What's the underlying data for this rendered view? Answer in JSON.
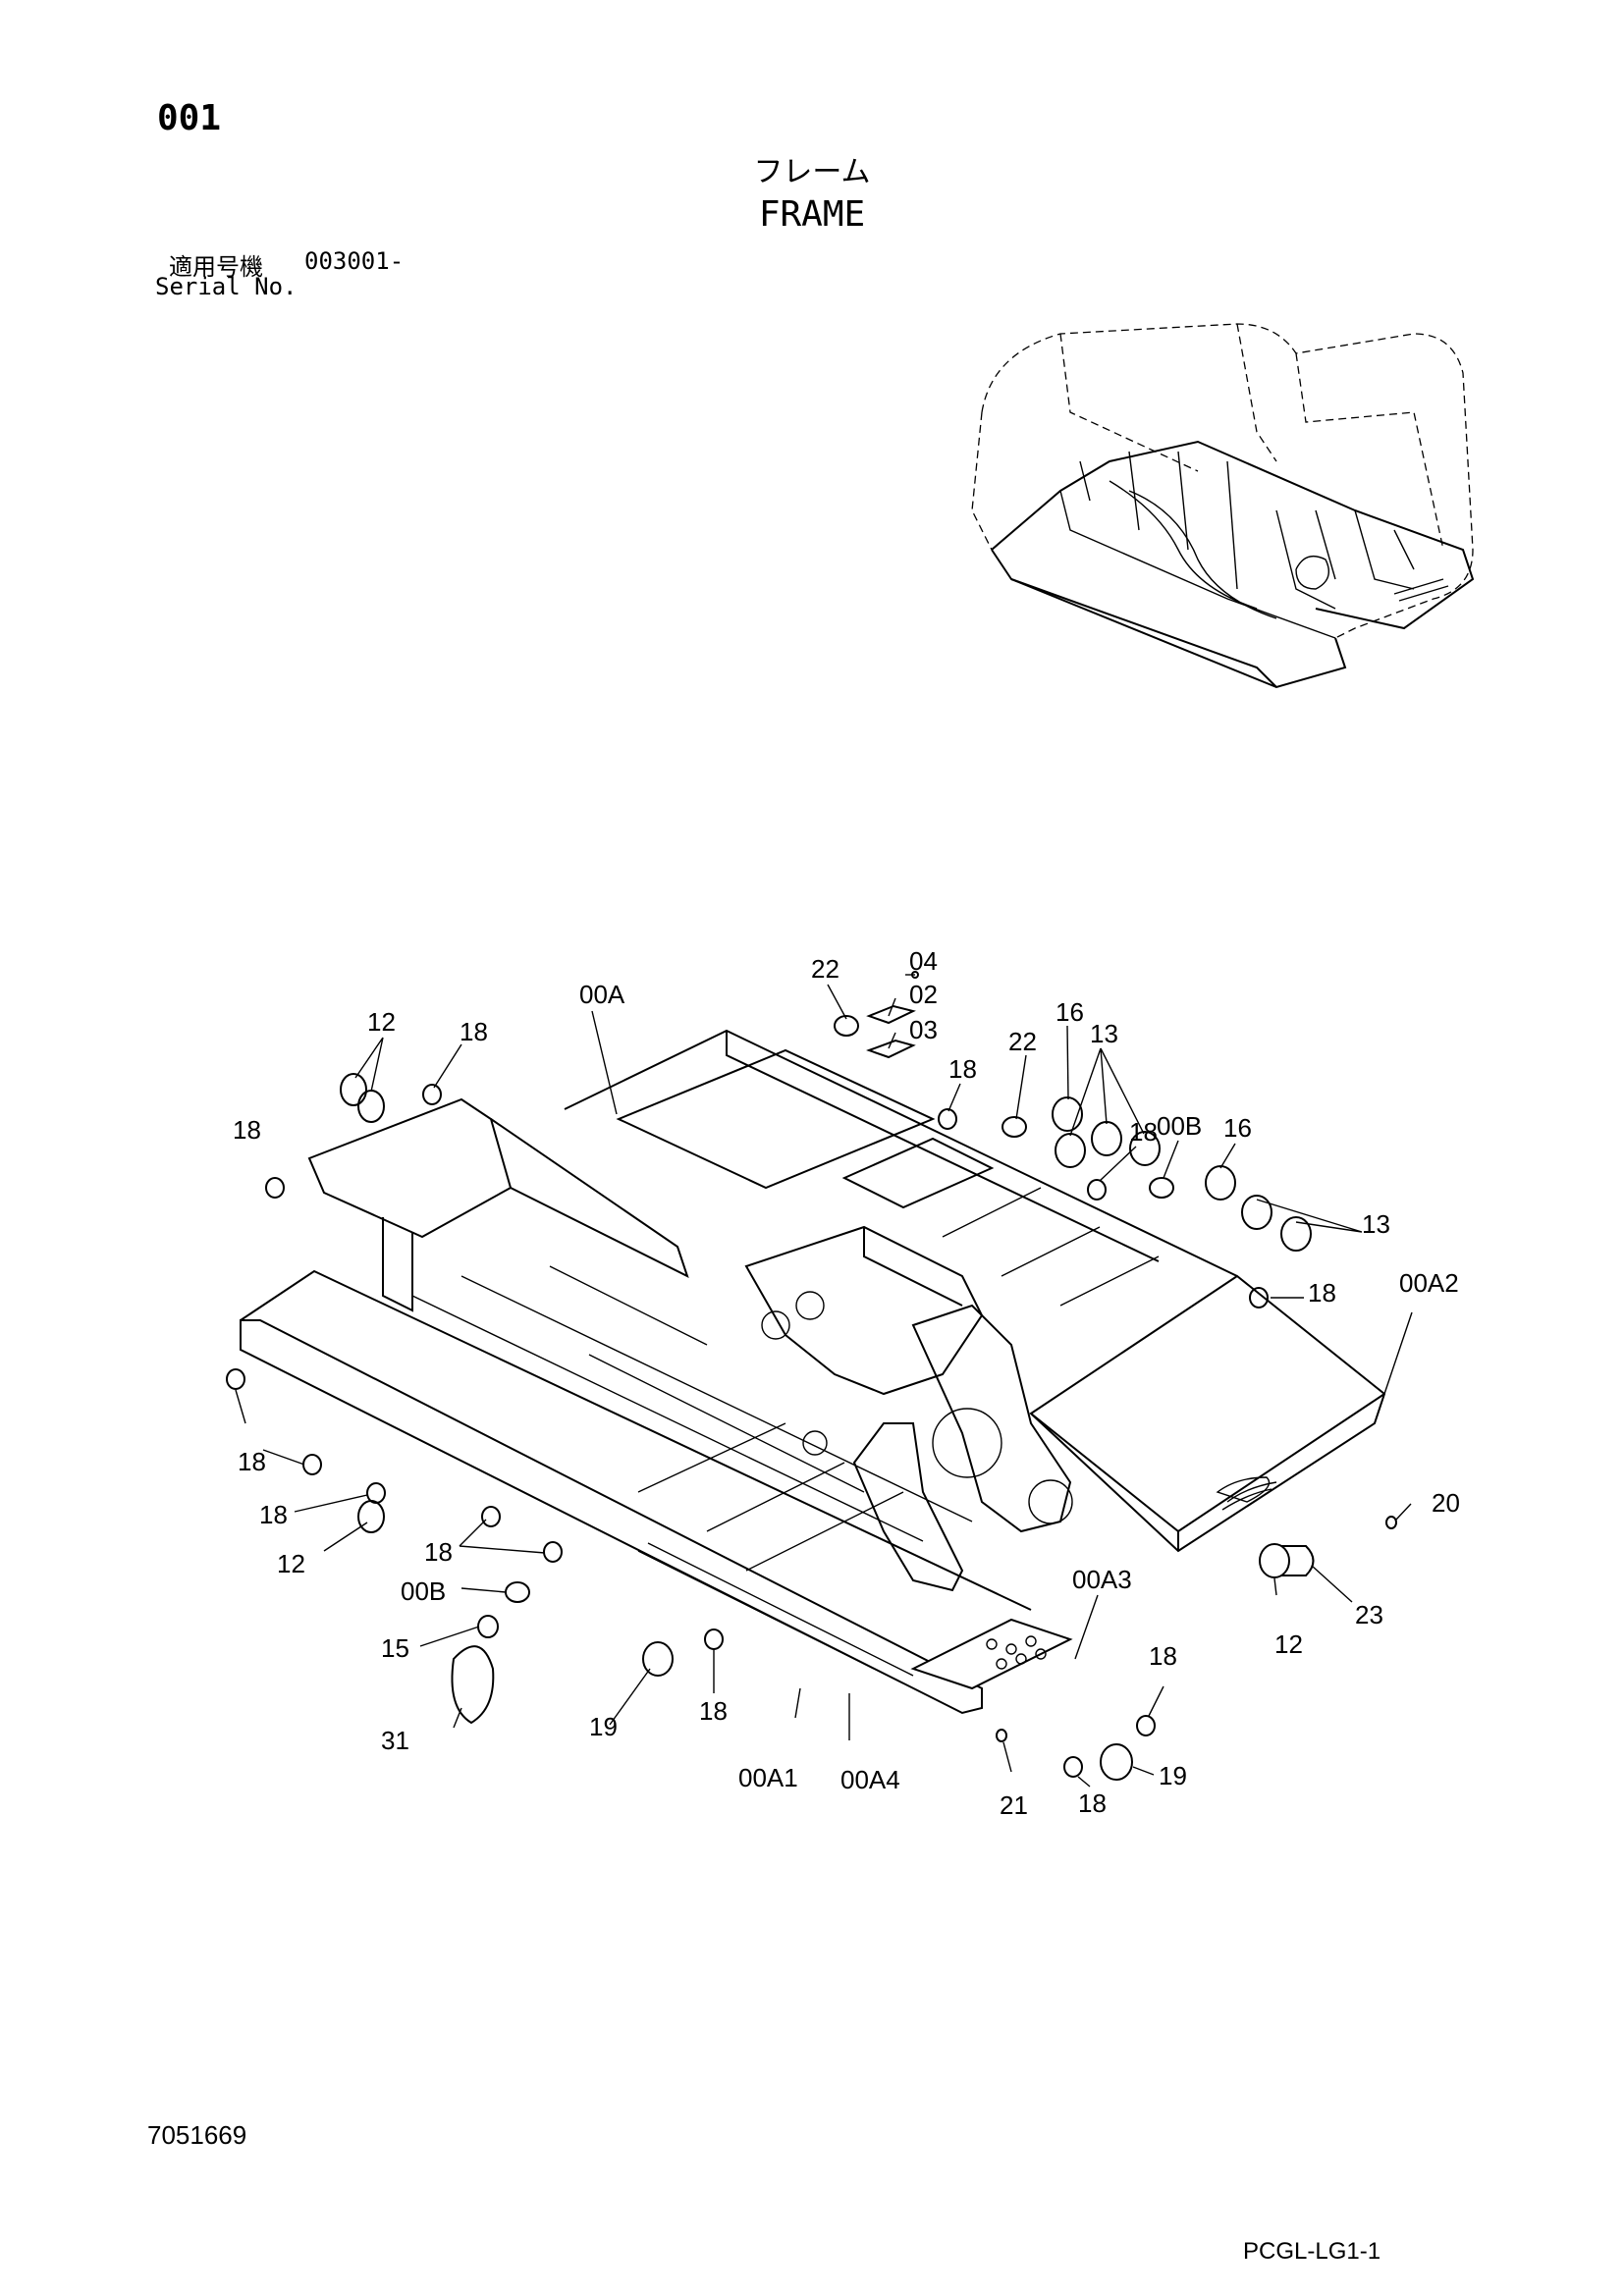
{
  "header": {
    "page_number": "001",
    "title_jp": "フレーム",
    "title_en": "FRAME",
    "serial_label_jp": "適用号機",
    "serial_value": "003001-",
    "serial_label_en": "Serial No."
  },
  "callouts": [
    "04",
    "02",
    "03",
    "22",
    "00A",
    "12",
    "18",
    "18",
    "22",
    "16",
    "13",
    "18",
    "00B",
    "16",
    "18",
    "13",
    "18",
    "00A2",
    "18",
    "18",
    "12",
    "18",
    "00B",
    "20",
    "00A3",
    "15",
    "31",
    "19",
    "18",
    "12",
    "23",
    "18",
    "19",
    "00A1",
    "00A4",
    "21",
    "18"
  ],
  "footer": {
    "doc_number": "7051669",
    "page_code": "PCGL-LG1-1"
  }
}
